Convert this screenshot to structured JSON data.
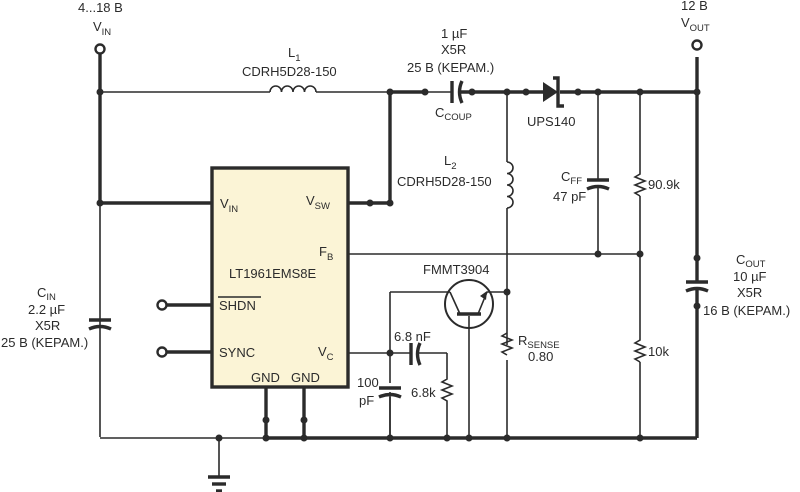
{
  "vin": {
    "voltage": "4...18 B",
    "name": "V",
    "sub": "IN"
  },
  "vout": {
    "voltage": "12 B",
    "name": "V",
    "sub": "OUT"
  },
  "l1": {
    "name": "L",
    "sub": "1",
    "part": "CDRH5D28-150"
  },
  "l2": {
    "name": "L",
    "sub": "2",
    "part": "CDRH5D28-150"
  },
  "ccoup": {
    "value": "1 µF",
    "type": "X5R",
    "rating": "25 B (KEPAM.)",
    "name": "C",
    "sub": "COUP"
  },
  "diode": {
    "part": "UPS140"
  },
  "cff": {
    "name": "C",
    "sub": "FF",
    "value": "47 pF"
  },
  "r_top": {
    "value": "90.9k"
  },
  "r_bot": {
    "value": "10k"
  },
  "cout": {
    "name": "C",
    "sub": "OUT",
    "value": "10 µF",
    "type": "X5R",
    "rating": "16 B (KEPAM.)"
  },
  "cin": {
    "name": "C",
    "sub": "IN",
    "value": "2.2 µF",
    "type": "X5R",
    "rating": "25 B (KEPAM.)"
  },
  "ic": {
    "part": "LT1961EMS8E",
    "pins": {
      "vin": {
        "name": "V",
        "sub": "IN"
      },
      "vsw": {
        "name": "V",
        "sub": "SW"
      },
      "fb": {
        "name": "F",
        "sub": "B"
      },
      "shdn": "SHDN",
      "sync": "SYNC",
      "vc": {
        "name": "V",
        "sub": "C"
      },
      "gnd1": "GND",
      "gnd2": "GND"
    }
  },
  "transistor": {
    "part": "FMMT3904"
  },
  "rsense": {
    "name": "R",
    "sub": "SENSE",
    "value": "0.80"
  },
  "c_comp": {
    "value": "6.8 nF"
  },
  "c_100": {
    "value_line1": "100",
    "value_line2": "pF"
  },
  "r_comp": {
    "value": "6.8k"
  }
}
